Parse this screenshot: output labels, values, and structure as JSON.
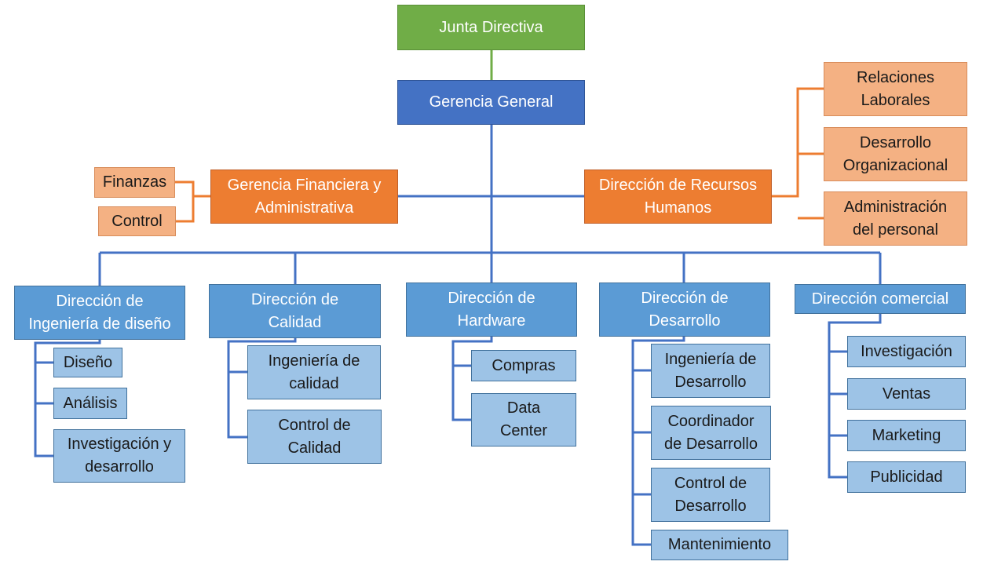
{
  "top": {
    "board": "Junta Directiva",
    "general": "Gerencia General"
  },
  "staff": {
    "finance": "Gerencia Financiera y\nAdministrativa",
    "finance_sub": [
      "Finanzas",
      "Control"
    ],
    "hr": "Dirección de Recursos\nHumanos",
    "hr_sub": [
      "Relaciones\nLaborales",
      "Desarrollo\nOrganizacional",
      "Administración\ndel personal"
    ]
  },
  "directions": [
    {
      "title": "Dirección de\nIngeniería de diseño",
      "items": [
        "Diseño",
        "Análisis",
        "Investigación y\ndesarrollo"
      ]
    },
    {
      "title": "Dirección de\nCalidad",
      "items": [
        "Ingeniería de\ncalidad",
        "Control de\nCalidad"
      ]
    },
    {
      "title": "Dirección de\nHardware",
      "items": [
        "Compras",
        "Data\nCenter"
      ]
    },
    {
      "title": "Dirección de\nDesarrollo",
      "items": [
        "Ingeniería de\nDesarrollo",
        "Coordinador\nde Desarrollo",
        "Control de\nDesarrollo",
        "Mantenimiento"
      ]
    },
    {
      "title": "Dirección comercial",
      "items": [
        "Investigación",
        "Ventas",
        "Marketing",
        "Publicidad"
      ]
    }
  ],
  "colors": {
    "board": "#70ad47",
    "general": "#4472c4",
    "staff": "#ed7d31",
    "staff_sub": "#f4b183",
    "direction": "#5b9bd5",
    "direction_sub": "#9dc3e6",
    "line_blue": "#4472c4",
    "line_orange": "#ed7d31",
    "line_green": "#70ad47"
  }
}
